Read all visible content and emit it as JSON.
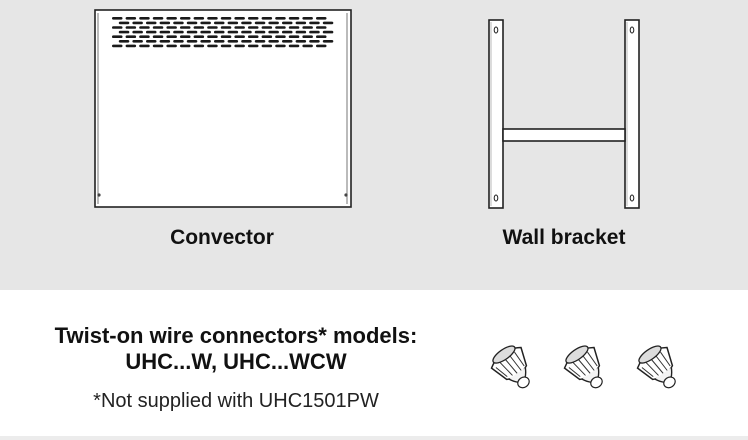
{
  "items": {
    "convector": {
      "caption": "Convector",
      "icon": "convector-icon"
    },
    "bracket": {
      "caption": "Wall bracket",
      "icon": "wall-bracket-icon"
    }
  },
  "connectors": {
    "title_line1": "Twist-on wire connectors* models:",
    "title_line2": "UHC...W, UHC...WCW",
    "footnote": "*Not supplied with UHC1501PW",
    "icon": "wire-connector-icon",
    "count": 3
  },
  "colors": {
    "top_background": "#e6e6e6",
    "bottom_background": "#ffffff"
  }
}
